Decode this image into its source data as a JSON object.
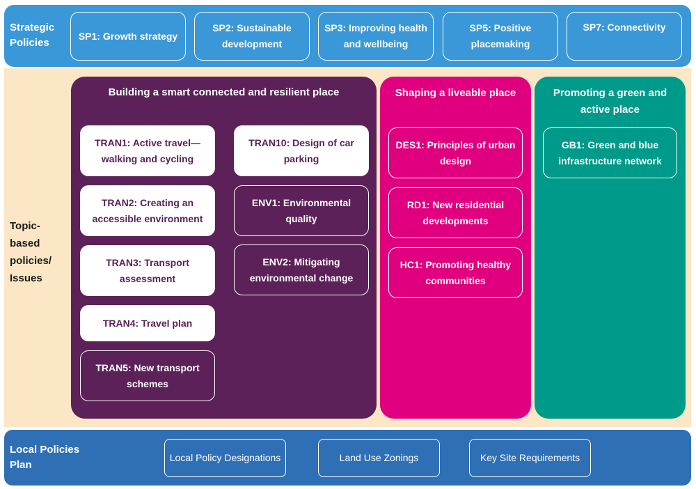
{
  "strategic": {
    "label": "Strategic\nPolicies",
    "items": [
      "SP1: Growth strategy",
      "SP2: Sustainable development",
      "SP3: Improving health and wellbeing",
      "SP5: Positive placemaking",
      "SP7: Connectivity"
    ]
  },
  "topic": {
    "label": "Topic-\nbased\npolicies/\nIssues",
    "panels": {
      "smart": {
        "title": "Building a smart connected and resilient place",
        "color": "#5b2158",
        "left_column": [
          "TRAN1: Active travel—walking and cycling",
          "TRAN2: Creating an accessible environment",
          "TRAN3: Transport assessment",
          "TRAN4: Travel plan",
          "TRAN5: New transport schemes"
        ],
        "right_column": [
          "TRAN10: Design of car parking",
          "ENV1: Environmental quality",
          "ENV2: Mitigating environmental change"
        ]
      },
      "liveable": {
        "title": "Shaping a liveable place",
        "color": "#e0007f",
        "items": [
          "DES1: Principles of urban design",
          "RD1: New residential developments",
          "HC1: Promoting healthy communities"
        ]
      },
      "green": {
        "title": "Promoting a green and active place",
        "color": "#009a8a",
        "items": [
          "GB1: Green and blue infrastructure network"
        ]
      }
    }
  },
  "local": {
    "label": "Local Policies\nPlan",
    "items": [
      "Local Policy Designations",
      "Land Use Zonings",
      "Key Site Requirements"
    ]
  },
  "colors": {
    "strategic_band": "#3a98d8",
    "topic_band": "#fbe7c6",
    "local_band": "#2f6fb5"
  }
}
